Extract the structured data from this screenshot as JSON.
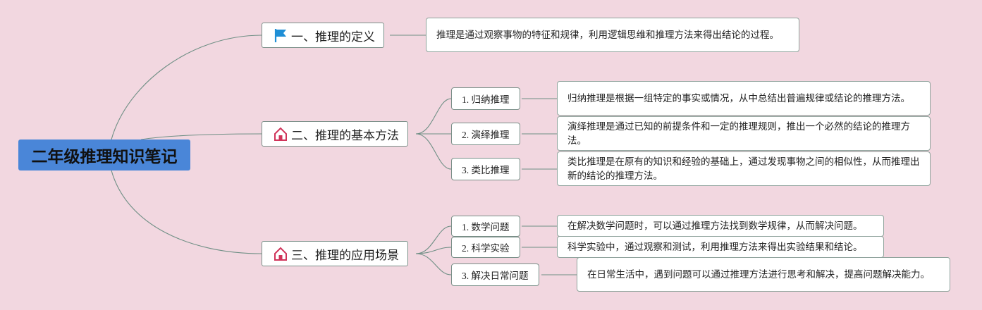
{
  "root": {
    "title": "二年级推理知识笔记"
  },
  "branches": [
    {
      "label": "一、推理的定义",
      "icon": "flag-icon",
      "description": "推理是通过观察事物的特征和规律，利用逻辑思维和推理方法来得出结论的过程。"
    },
    {
      "label": "二、推理的基本方法",
      "icon": "house-icon",
      "children": [
        {
          "label": "1. 归纳推理",
          "description": "归纳推理是根据一组特定的事实或情况，从中总结出普遍规律或结论的推理方法。"
        },
        {
          "label": "2. 演绎推理",
          "description": "演绎推理是通过已知的前提条件和一定的推理规则，推出一个必然的结论的推理方法。"
        },
        {
          "label": "3. 类比推理",
          "description": "类比推理是在原有的知识和经验的基础上，通过发现事物之间的相似性，从而推理出新的结论的推理方法。"
        }
      ]
    },
    {
      "label": "三、推理的应用场景",
      "icon": "house-icon",
      "children": [
        {
          "label": "1. 数学问题",
          "description": "在解决数学问题时，可以通过推理方法找到数学规律，从而解决问题。"
        },
        {
          "label": "2. 科学实验",
          "description": "科学实验中，通过观察和测试，利用推理方法来得出实验结果和结论。"
        },
        {
          "label": "3. 解决日常问题",
          "description": "在日常生活中，遇到问题可以通过推理方法进行思考和解决，提高问题解决能力。"
        }
      ]
    }
  ],
  "colors": {
    "background": "#f2d7e0",
    "root_fill": "#4a86d8",
    "connector": "#6f8f85",
    "flag_icon": "#1f8fd6",
    "house_icon": "#d0345a"
  }
}
